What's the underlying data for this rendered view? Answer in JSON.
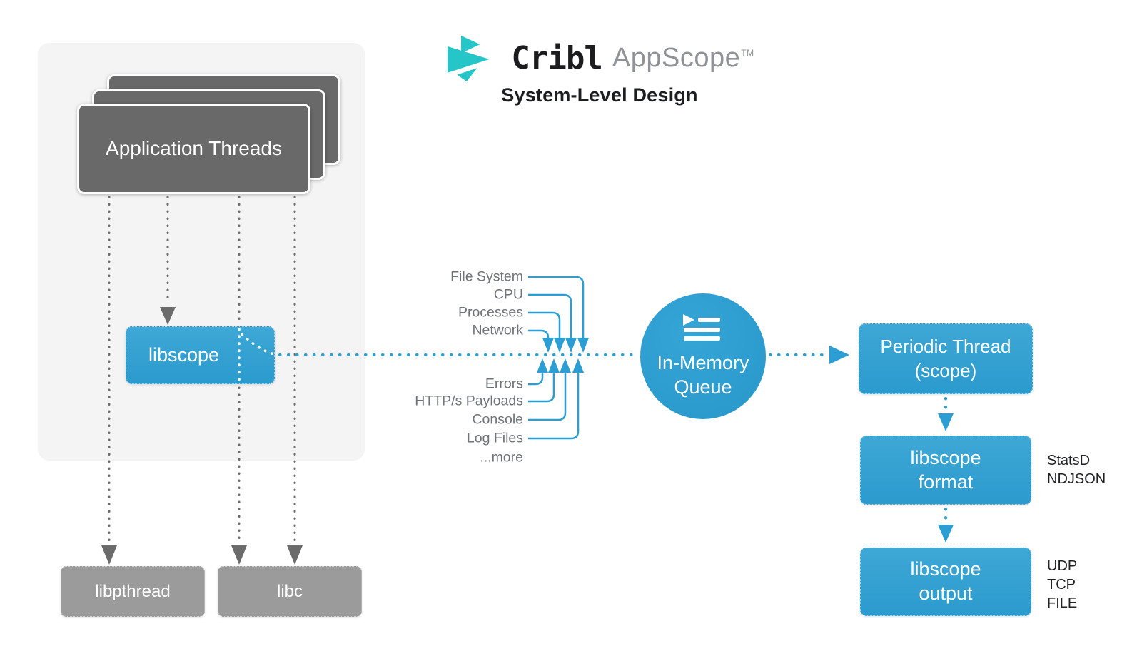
{
  "header": {
    "brand": "Cribl",
    "product": "AppScope",
    "trademark": "TM",
    "subtitle": "System-Level Design"
  },
  "nodes": {
    "app_threads": "Application Threads",
    "libscope": "libscope",
    "libpthread": "libpthread",
    "libc": "libc",
    "queue_line1": "In-Memory",
    "queue_line2": "Queue",
    "periodic_line1": "Periodic Thread",
    "periodic_line2": "(scope)",
    "format_line1": "libscope",
    "format_line2": "format",
    "output_line1": "libscope",
    "output_line2": "output"
  },
  "event_labels": {
    "above": [
      "File System",
      "CPU",
      "Processes",
      "Network"
    ],
    "below": [
      "Errors",
      "HTTP/s Payloads",
      "Console",
      "Log Files"
    ],
    "more": "...more"
  },
  "annotations": {
    "format_outputs": [
      "StatsD",
      "NDJSON"
    ],
    "output_protocols": [
      "UDP",
      "TCP",
      "FILE"
    ]
  },
  "icons": {
    "logo": "cribl-goat-icon",
    "queue": "playlist-queue-icon"
  },
  "colors": {
    "accent_blue": "#2d9ed3",
    "box_blue_top": "#3ea8d6",
    "box_blue_bottom": "#2b9acd",
    "logo_teal": "#25c5c8",
    "dark_gray_box": "#696969",
    "mid_gray_box": "#9b9b9b",
    "label_gray": "#6f7377",
    "panel_bg": "#f4f4f5",
    "text_dark": "#1b1d1f"
  }
}
